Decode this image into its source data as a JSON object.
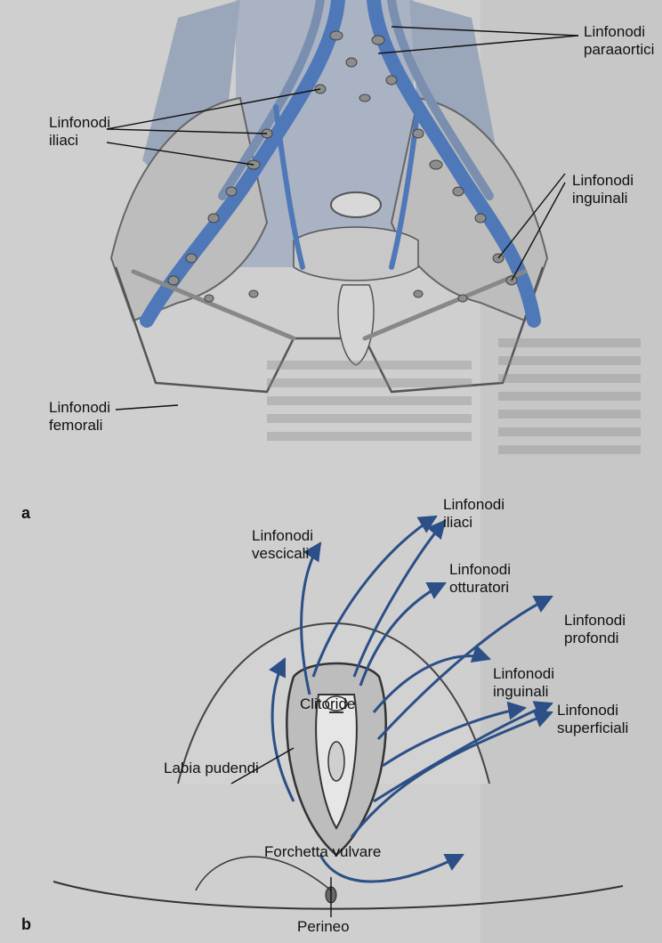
{
  "panel_a": {
    "letter": "a",
    "labels": {
      "paraaortic": "Linfonodi\nparaaortici",
      "iliac": "Linfonodi\niliaci",
      "inguinal": "Linfonodi\ninguinali",
      "femoral": "Linfonodi\nfemorali"
    }
  },
  "panel_b": {
    "letter": "b",
    "labels": {
      "iliac": "Linfonodi\niliaci",
      "vesical": "Linfonodi\nvescicali",
      "obturator": "Linfonodi\notturatori",
      "deep": "Linfonodi\nprofondi",
      "inguinal": "Linfonodi\ninguinali",
      "superficial": "Linfonodi\nsuperficiali",
      "clitoris": "Clitoride",
      "labia": "Labia pudendi",
      "fourchette": "Forchetta vulvare",
      "perineum": "Perineo"
    }
  },
  "colors": {
    "vessel_blue": "#4f78b8",
    "arrow_blue": "#2b4f86",
    "bone_gray": "#b8b8b8",
    "background": "#cfcfcf"
  }
}
